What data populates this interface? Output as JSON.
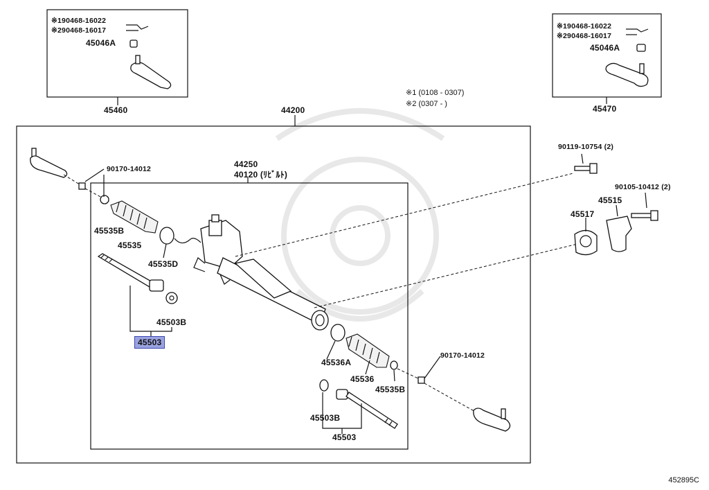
{
  "inset_left": {
    "ref1_label": "※190468-16022",
    "ref2_label": "※290468-16017",
    "nut_label": "45046A",
    "part_number": "45460"
  },
  "inset_right": {
    "ref1_label": "※190468-16022",
    "ref2_label": "※290468-16017",
    "nut_label": "45046A",
    "part_number": "45470"
  },
  "legend": {
    "line1": "※1 (0108 - 0307)",
    "line2": "※2 (0307 -        )"
  },
  "main": {
    "assembly_number": "44200",
    "subassembly_number": "44250",
    "subassembly_rebuilt": "40120 (ﾘﾋﾞﾙﾄ)"
  },
  "parts": {
    "nut_left": "90170-14012",
    "nut_right": "90170-14012",
    "bolt_upper": "90119-10754 (2)",
    "bolt_lower": "90105-10412 (2)",
    "bracket_45515": "45515",
    "bushing_45517": "45517",
    "clamp_45535b_left": "45535B",
    "boot_45535": "45535",
    "clamp_45535d": "45535D",
    "washer_45503b_left": "45503B",
    "tie_rod_45503_left": "45503",
    "clamp_45536a": "45536A",
    "boot_45536": "45536",
    "clamp_45535b_right": "45535B",
    "washer_45503b_right": "45503B",
    "tie_rod_45503_right": "45503"
  },
  "figure_id": "452895C"
}
